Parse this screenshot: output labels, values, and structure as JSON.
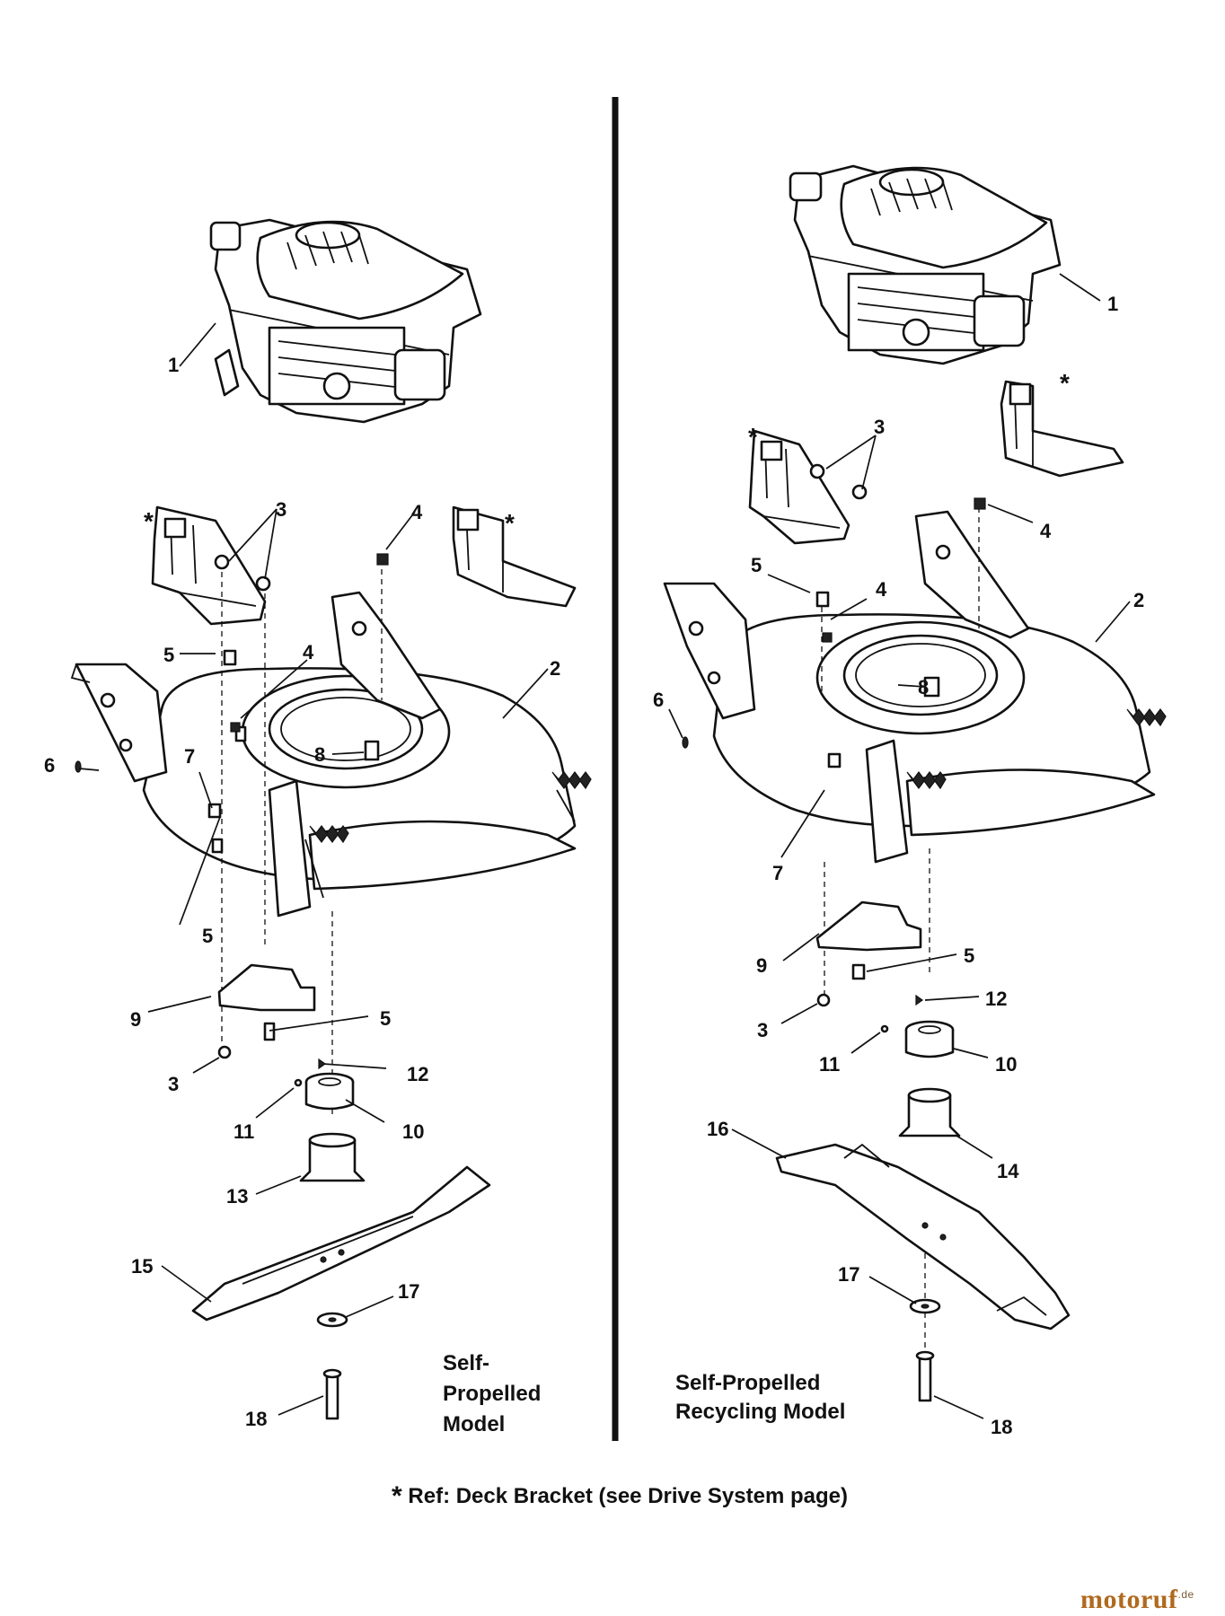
{
  "left_model": {
    "caption_lines": [
      "Self-",
      "Propelled",
      "Model"
    ],
    "labels": [
      "1",
      "2",
      "3",
      "4",
      "4",
      "5",
      "5",
      "5",
      "6",
      "7",
      "8",
      "9",
      "3",
      "10",
      "11",
      "12",
      "13",
      "15",
      "17",
      "18"
    ],
    "asterisks": [
      "*",
      "*"
    ]
  },
  "right_model": {
    "caption_lines": [
      "Self-Propelled",
      "Recycling Model"
    ],
    "labels": [
      "1",
      "2",
      "3",
      "4",
      "4",
      "5",
      "5",
      "6",
      "7",
      "8",
      "9",
      "3",
      "10",
      "11",
      "12",
      "14",
      "16",
      "17",
      "18"
    ],
    "asterisks": [
      "*",
      "*"
    ]
  },
  "footnote": {
    "star": "*",
    "text": "Ref: Deck Bracket (see Drive System page)"
  },
  "watermark": {
    "name": "motoruf",
    "tld": ".de"
  }
}
